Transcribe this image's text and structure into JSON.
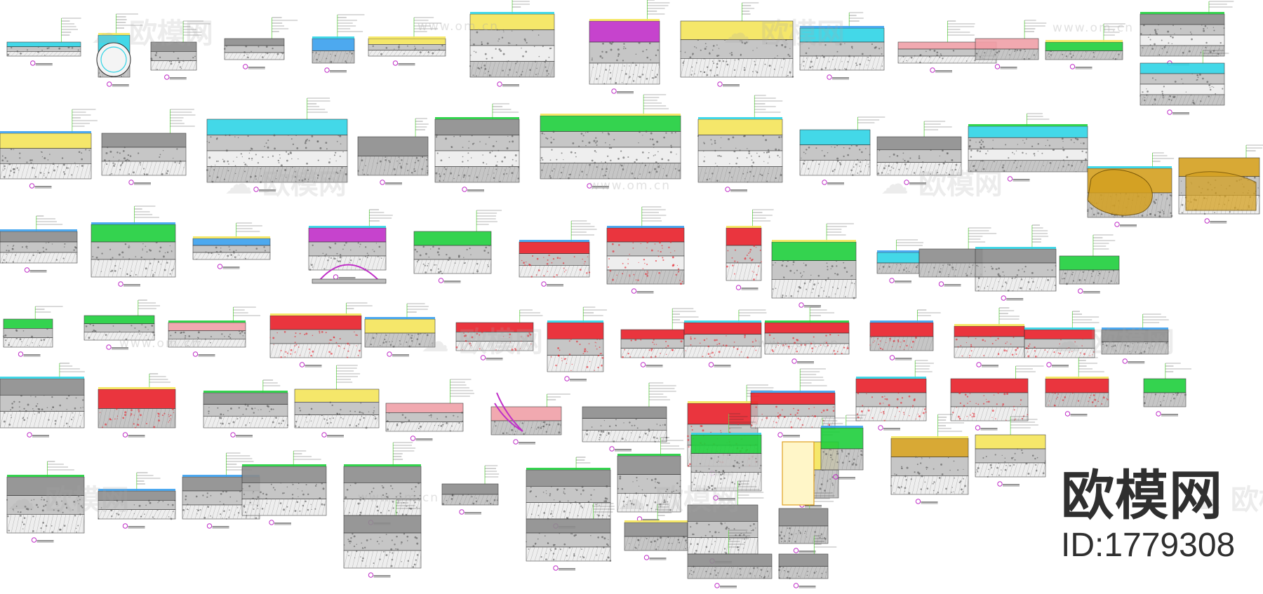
{
  "watermark": {
    "text": "欧模网",
    "url": "www.om.cn"
  },
  "brand": {
    "name": "欧模网",
    "id": "ID:1779308"
  },
  "palette": {
    "red": "#e8202a",
    "blue": "#3aa0ee",
    "yellow": "#f4e55a",
    "green": "#1fcf3c",
    "cyan": "#2fd4e6",
    "magenta": "#c02fc8",
    "gray": "#8c8c8c",
    "dark": "#2a2a2a",
    "orange": "#d4a020",
    "pink": "#f0a0a8",
    "leader": "#6ad650"
  },
  "icons": [
    "watermark-logo-icon",
    "detail-marker-icon"
  ]
}
